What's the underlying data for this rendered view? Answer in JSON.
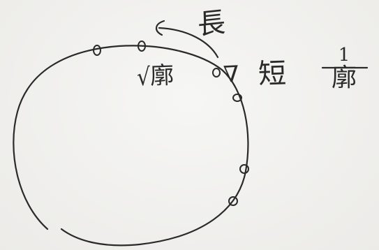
{
  "labels": {
    "long": "長",
    "sqrt_symbol": "√",
    "sqrt_radicand": "廓",
    "direction_mark": "∇",
    "short": "短",
    "fraction_numerator": "1",
    "fraction_denominator": "廓"
  },
  "colors": {
    "ink": "#2a2a2a",
    "paper": "#f1f1ef"
  },
  "icons": {
    "circle": "hand-drawn-circle",
    "arrow": "curved-arrow-icon",
    "markers": "small-oval-marker-icon"
  }
}
